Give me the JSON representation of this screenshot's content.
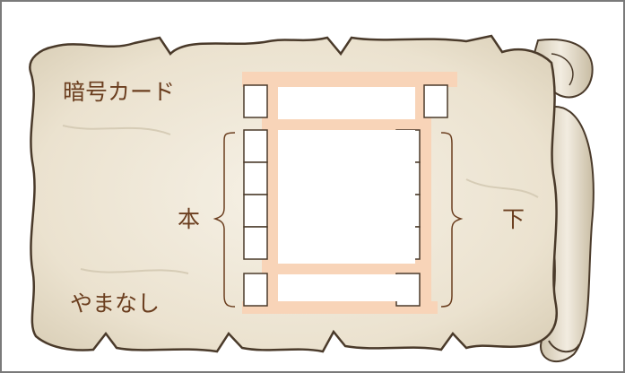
{
  "labels": {
    "card_title": "暗号カード",
    "left_side": "本",
    "right_side": "下",
    "bottom_left": "やまなし"
  },
  "colors": {
    "frame_peach": "#f8d4b8",
    "text_brown": "#6b3e1f",
    "scroll_fill": "#efe7d6",
    "scroll_stroke": "#4a3a2a"
  }
}
